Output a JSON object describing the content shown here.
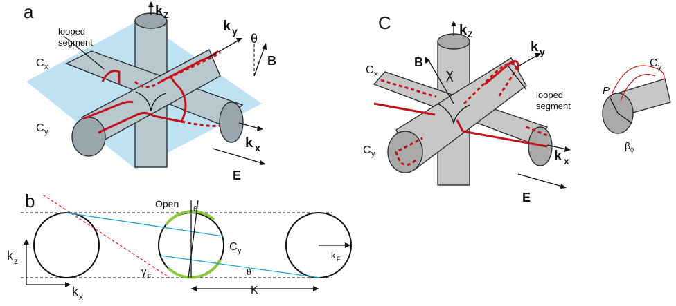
{
  "panel_labels": {
    "a": "a",
    "b": "b",
    "c": "C"
  },
  "panel_a": {
    "kz": "k",
    "kz_sub": "Z",
    "ky": "k",
    "ky_sub": "y",
    "kx": "k",
    "kx_sub": "x",
    "theta": "θ",
    "B": "B",
    "E": "E",
    "cx": "C",
    "cx_sub": "x",
    "cy": "C",
    "cy_sub": "y",
    "looped_line1": "looped",
    "looped_line2": "segment"
  },
  "panel_b": {
    "open": "Open",
    "theta_top": "θ",
    "cy": "C",
    "cy_sub": "y",
    "kz": "k",
    "kz_sub": "z",
    "kx": "k",
    "kx_sub": "x",
    "gamma": "γ",
    "gamma_sub": "c",
    "theta_bottom": "θ",
    "K": "K",
    "kf": "k",
    "kf_sub": "F"
  },
  "panel_c": {
    "kz": "k",
    "kz_sub": "Z",
    "ky": "k",
    "ky_sub": "y",
    "kx": "k",
    "kx_sub": "x",
    "B": "B",
    "chi": "χ",
    "E": "E",
    "cx": "C",
    "cx_sub": "x",
    "cy": "C",
    "cy_sub": "y",
    "looped_line1": "looped",
    "looped_line2": "segment"
  },
  "panel_d": {
    "cy": "C",
    "cy_sub": "y",
    "P": "P",
    "beta": "β",
    "beta_sub": "0"
  },
  "colors": {
    "orbit": "#c0141c",
    "plane": "#a9d8ee",
    "open_arc": "#8cc63f",
    "cyan_line": "#1aa6d6"
  }
}
